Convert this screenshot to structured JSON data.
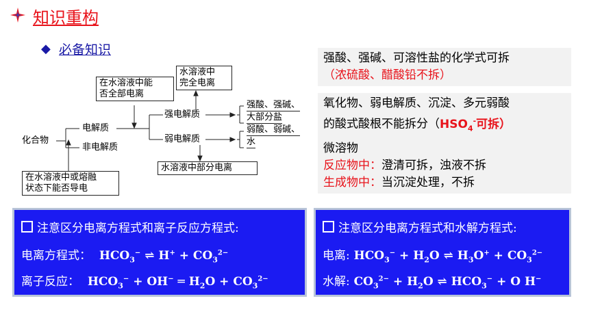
{
  "header": {
    "title": "知识重构"
  },
  "section": {
    "title": "必备知识"
  },
  "diagram": {
    "compound": "化合物",
    "electrolyte": "电解质",
    "non_electrolyte": "非电解质",
    "condition_box": [
      "在水溶液中或熔融",
      "状态下能否导电"
    ],
    "ionize_box": [
      "在水溶液中能",
      "否全部电离"
    ],
    "strong": "强电解质",
    "weak": "弱电解质",
    "complete_box": [
      "水溶液中",
      "完全电离"
    ],
    "partial_box": "水溶液中部分电离",
    "strong_examples": [
      "强酸、强碱、",
      "大部分盐"
    ],
    "weak_examples": [
      "弱酸、弱碱、",
      "水"
    ]
  },
  "notes": {
    "n1_line1": "强酸、强碱、可溶性盐的化学式可拆",
    "n1_line2": "（浓硫酸、醋酸铅不拆）",
    "n2_line1": "氧化物、弱电解质、沉淀、多元弱酸",
    "n2_line2a": "的酸式酸根不能拆分（",
    "n2_hso": "HSO",
    "n2_sub": "4",
    "n2_sup": "-",
    "n2_tail": "可拆）",
    "n3_line1": "微溶物",
    "n3_label2": "反应物中：",
    "n3_text2": "澄清可拆，浊液不拆",
    "n3_label3": "生成物中：",
    "n3_text3": "当沉淀处理，不拆"
  },
  "panel_left": {
    "heading": "注意区分电离方程式和离子反应方程式:",
    "r1_label": "电离方程式：",
    "r2_label": "离子反应："
  },
  "panel_right": {
    "heading": "注意区分电离方程式和水解方程式:",
    "r1_label": "电离:",
    "r2_label": "水解:"
  }
}
